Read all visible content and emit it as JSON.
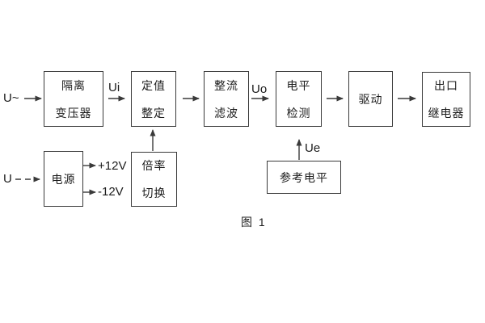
{
  "diagram": {
    "caption": "图 1",
    "blocks": {
      "isolation_transformer": {
        "line1": "隔离",
        "line2": "变压器"
      },
      "value_setting": {
        "line1": "定值",
        "line2": "整定"
      },
      "rectifier_filter": {
        "line1": "整流",
        "line2": "滤波"
      },
      "level_detection": {
        "line1": "电平",
        "line2": "检测"
      },
      "drive": {
        "line1": "驱动"
      },
      "output_relay": {
        "line1": "出口",
        "line2": "继电器"
      },
      "power_supply": {
        "line1": "电源"
      },
      "ratio_switch": {
        "line1": "倍率",
        "line2": "切换"
      },
      "reference_level": {
        "line1": "参考电平"
      }
    },
    "signal_labels": {
      "input_ac": "U~",
      "input_dc": "U",
      "ui": "Ui",
      "uo": "Uo",
      "ue": "Ue",
      "plus_12v": "+12V",
      "minus_12v": "-12V"
    },
    "colors": {
      "line": "#3a3a3a",
      "text": "#1c1c1c",
      "background": "#ffffff"
    }
  }
}
